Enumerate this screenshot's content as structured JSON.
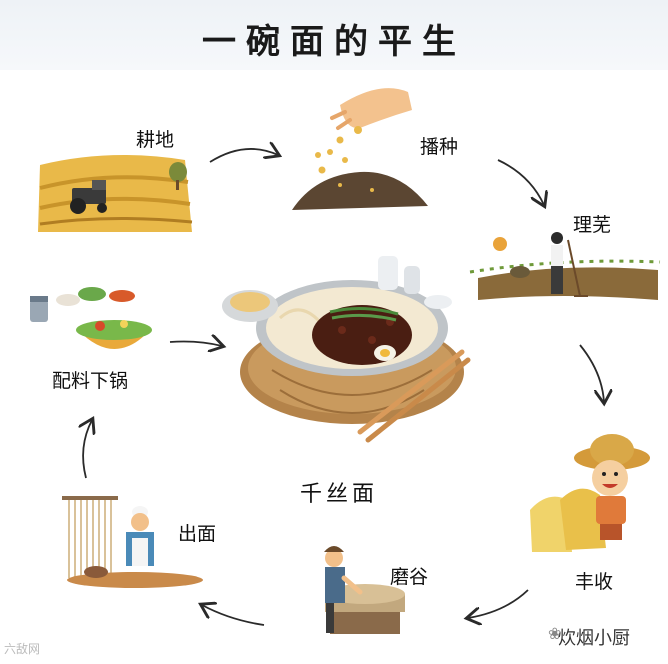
{
  "title": "一碗面的平生",
  "stages": {
    "plowing": "耕地",
    "sowing": "播种",
    "weeding": "理芜",
    "harvest": "丰收",
    "milling": "磨谷",
    "noodle_making": "出面",
    "cooking": "配料下锅"
  },
  "center": "千丝面",
  "watermarks": {
    "left": "六敌网",
    "right": "炊烟小厨"
  },
  "colors": {
    "arrow": "#2a2a2a",
    "wheat": "#e9b949",
    "soil": "#5b4632",
    "sauce": "#4a1e12"
  }
}
